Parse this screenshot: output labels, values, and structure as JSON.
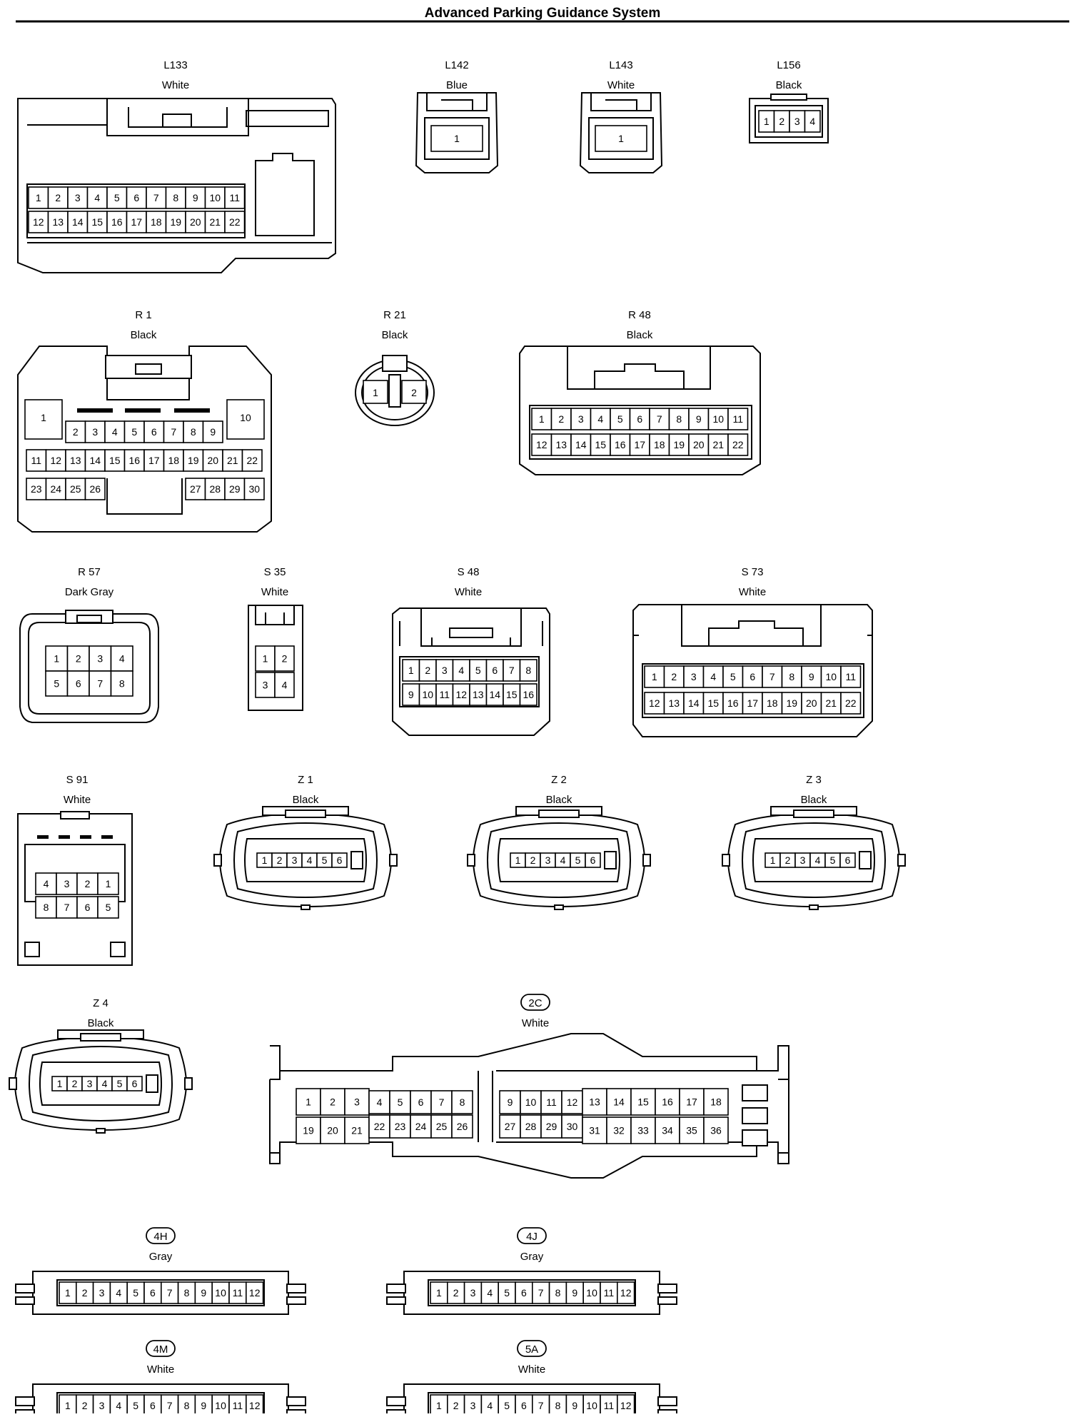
{
  "page": {
    "title": "Advanced Parking Guidance System"
  },
  "connectors": [
    {
      "code": "L133",
      "color": "White",
      "pins": [
        "1",
        "2",
        "3",
        "4",
        "5",
        "6",
        "7",
        "8",
        "9",
        "10",
        "11",
        "12",
        "13",
        "14",
        "15",
        "16",
        "17",
        "18",
        "19",
        "20",
        "21",
        "22"
      ]
    },
    {
      "code": "L142",
      "color": "Blue",
      "pins": [
        "1"
      ]
    },
    {
      "code": "L143",
      "color": "White",
      "pins": [
        "1"
      ]
    },
    {
      "code": "L156",
      "color": "Black",
      "pins": [
        "1",
        "2",
        "3",
        "4"
      ]
    },
    {
      "code": "R 1",
      "color": "Black",
      "pins": [
        "1",
        "2",
        "3",
        "4",
        "5",
        "6",
        "7",
        "8",
        "9",
        "10",
        "11",
        "12",
        "13",
        "14",
        "15",
        "16",
        "17",
        "18",
        "19",
        "20",
        "21",
        "22",
        "23",
        "24",
        "25",
        "26",
        "27",
        "28",
        "29",
        "30"
      ]
    },
    {
      "code": "R 21",
      "color": "Black",
      "pins": [
        "1",
        "2"
      ]
    },
    {
      "code": "R 48",
      "color": "Black",
      "pins": [
        "1",
        "2",
        "3",
        "4",
        "5",
        "6",
        "7",
        "8",
        "9",
        "10",
        "11",
        "12",
        "13",
        "14",
        "15",
        "16",
        "17",
        "18",
        "19",
        "20",
        "21",
        "22"
      ]
    },
    {
      "code": "R 57",
      "color": "Dark Gray",
      "pins": [
        "1",
        "2",
        "3",
        "4",
        "5",
        "6",
        "7",
        "8"
      ]
    },
    {
      "code": "S 35",
      "color": "White",
      "pins": [
        "1",
        "2",
        "3",
        "4"
      ]
    },
    {
      "code": "S 48",
      "color": "White",
      "pins": [
        "1",
        "2",
        "3",
        "4",
        "5",
        "6",
        "7",
        "8",
        "9",
        "10",
        "11",
        "12",
        "13",
        "14",
        "15",
        "16"
      ]
    },
    {
      "code": "S 73",
      "color": "White",
      "pins": [
        "1",
        "2",
        "3",
        "4",
        "5",
        "6",
        "7",
        "8",
        "9",
        "10",
        "11",
        "12",
        "13",
        "14",
        "15",
        "16",
        "17",
        "18",
        "19",
        "20",
        "21",
        "22"
      ]
    },
    {
      "code": "S 91",
      "color": "White",
      "pins": [
        "4",
        "3",
        "2",
        "1",
        "8",
        "7",
        "6",
        "5"
      ]
    },
    {
      "code": "Z 1",
      "color": "Black",
      "pins": [
        "1",
        "2",
        "3",
        "4",
        "5",
        "6"
      ]
    },
    {
      "code": "Z 2",
      "color": "Black",
      "pins": [
        "1",
        "2",
        "3",
        "4",
        "5",
        "6"
      ]
    },
    {
      "code": "Z 3",
      "color": "Black",
      "pins": [
        "1",
        "2",
        "3",
        "4",
        "5",
        "6"
      ]
    },
    {
      "code": "Z 4",
      "color": "Black",
      "pins": [
        "1",
        "2",
        "3",
        "4",
        "5",
        "6"
      ]
    },
    {
      "code": "2C",
      "color": "White",
      "pins": [
        "1",
        "2",
        "3",
        "4",
        "5",
        "6",
        "7",
        "8",
        "9",
        "10",
        "11",
        "12",
        "13",
        "14",
        "15",
        "16",
        "17",
        "18",
        "19",
        "20",
        "21",
        "22",
        "23",
        "24",
        "25",
        "26",
        "27",
        "28",
        "29",
        "30",
        "31",
        "32",
        "33",
        "34",
        "35",
        "36"
      ]
    },
    {
      "code": "4H",
      "color": "Gray",
      "pins": [
        "1",
        "2",
        "3",
        "4",
        "5",
        "6",
        "7",
        "8",
        "9",
        "10",
        "11",
        "12"
      ]
    },
    {
      "code": "4J",
      "color": "Gray",
      "pins": [
        "1",
        "2",
        "3",
        "4",
        "5",
        "6",
        "7",
        "8",
        "9",
        "10",
        "11",
        "12"
      ]
    },
    {
      "code": "4M",
      "color": "White",
      "pins": [
        "1",
        "2",
        "3",
        "4",
        "5",
        "6",
        "7",
        "8",
        "9",
        "10",
        "11",
        "12"
      ]
    },
    {
      "code": "5A",
      "color": "White",
      "pins": [
        "1",
        "2",
        "3",
        "4",
        "5",
        "6",
        "7",
        "8",
        "9",
        "10",
        "11",
        "12"
      ]
    }
  ]
}
